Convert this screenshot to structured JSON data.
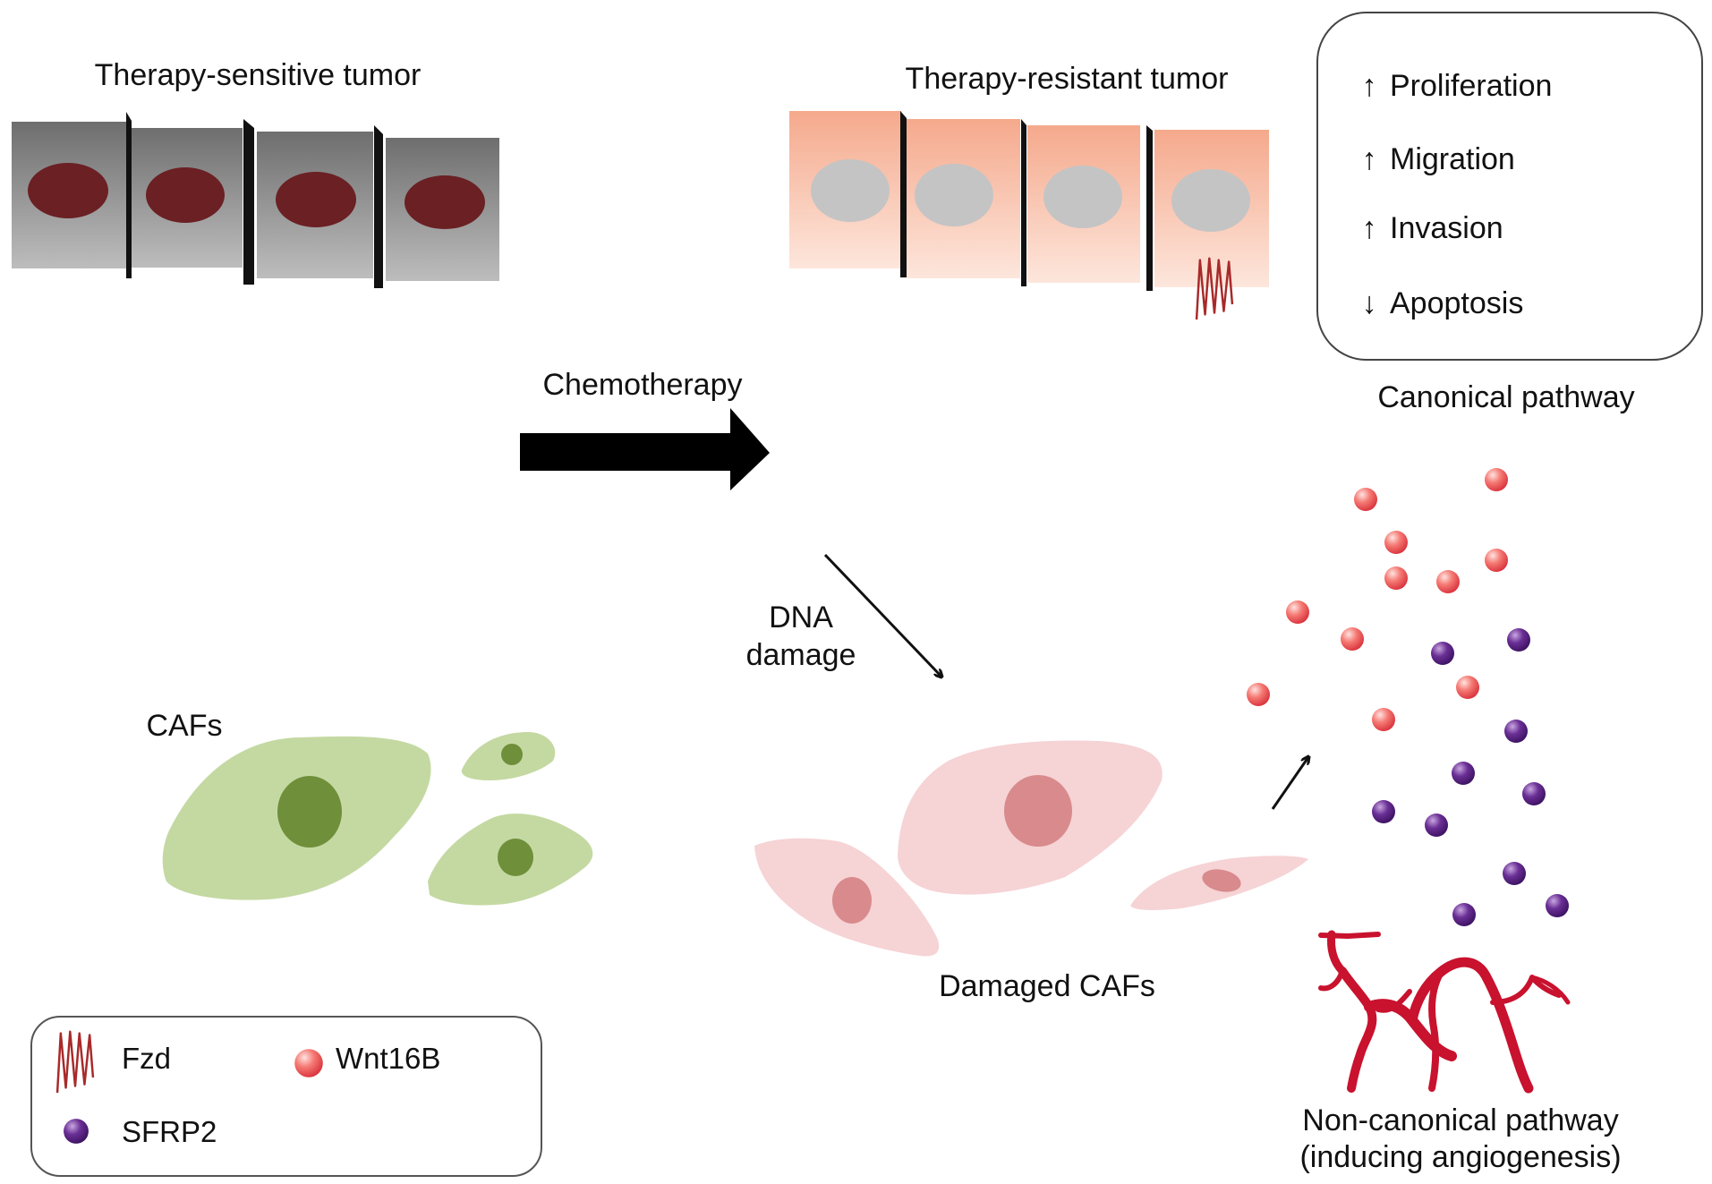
{
  "labels": {
    "sensitive_tumor": "Therapy-sensitive tumor",
    "resistant_tumor": "Therapy-resistant tumor",
    "chemotherapy": "Chemotherapy",
    "dna_damage_line1": "DNA",
    "dna_damage_line2": "damage",
    "cafs": "CAFs",
    "damaged_cafs": "Damaged CAFs",
    "canonical_pathway": "Canonical pathway",
    "noncanonical_line1": "Non-canonical pathway",
    "noncanonical_line2": "(inducing angiogenesis)"
  },
  "effects_box": {
    "items": [
      {
        "arrow": "↑",
        "label": "Proliferation"
      },
      {
        "arrow": "↑",
        "label": "Migration"
      },
      {
        "arrow": "↑",
        "label": "Invasion"
      },
      {
        "arrow": "↓",
        "label": "Apoptosis"
      }
    ]
  },
  "legend": {
    "items": [
      {
        "symbol": "fzd-receptor-icon",
        "label": "Fzd"
      },
      {
        "symbol": "wnt16b-sphere-icon",
        "label": "Wnt16B"
      },
      {
        "symbol": "sfrp2-sphere-icon",
        "label": "SFRP2"
      }
    ]
  },
  "colors": {
    "sensitive_cell_top": "#6e6e6e",
    "sensitive_cell_bottom": "#bdbdbd",
    "sensitive_nucleus": "#6b2024",
    "resistant_cell_top": "#f5a98c",
    "resistant_cell_bottom": "#fde6dc",
    "resistant_nucleus": "#c4c4c4",
    "caf_cell": "#c4d9a2",
    "caf_nucleus": "#6f8f3a",
    "damaged_caf_cell": "#f6d3d5",
    "damaged_caf_nucleus": "#d88a8c",
    "wnt16b": "#f05a5a",
    "sfrp2": "#5a2480",
    "fzd": "#a82a2a",
    "vessel": "#c8122e"
  }
}
